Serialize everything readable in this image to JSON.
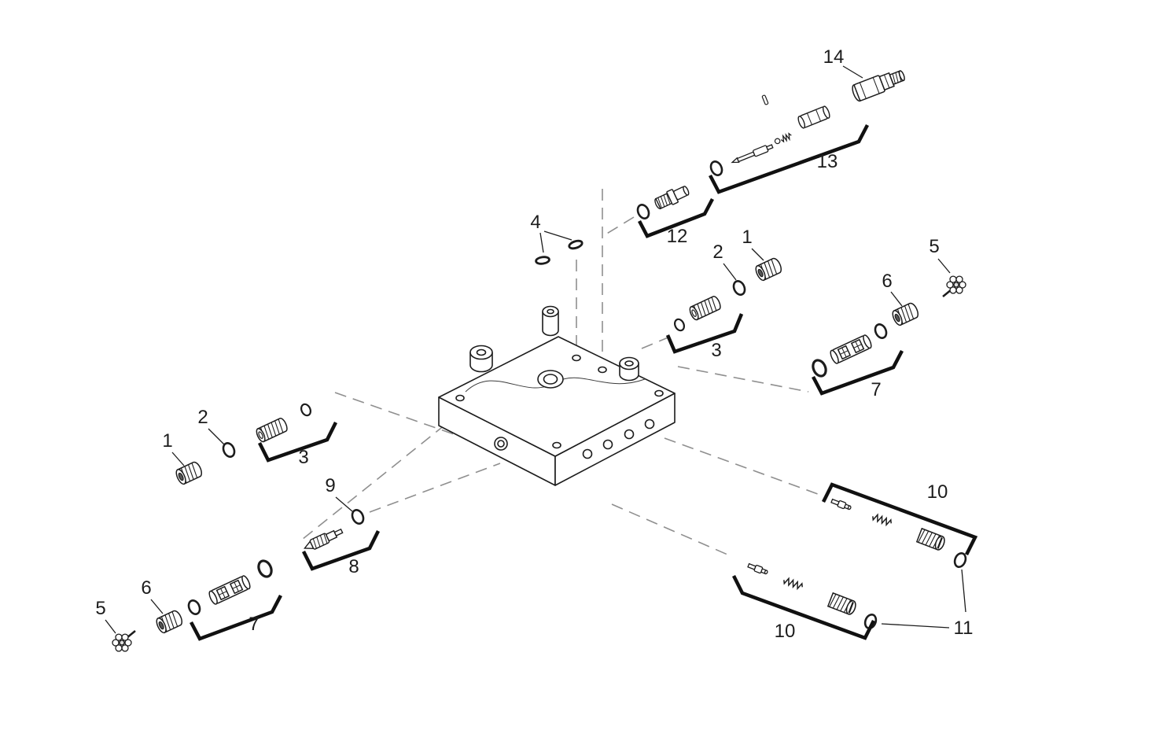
{
  "page": {
    "background": "#ffffff",
    "line_color": "#1c1c1c",
    "dash_color": "#8f8f8f"
  },
  "diagram": {
    "type": "exploded-parts-diagram",
    "callouts": {
      "c1_left": "1",
      "c2_left": "2",
      "c3_left": "3",
      "c4": "4",
      "c5_left": "5",
      "c6_left": "6",
      "c7_left": "7",
      "c8": "8",
      "c9": "9",
      "c1_right": "1",
      "c2_right": "2",
      "c3_right": "3",
      "c5_right": "5",
      "c6_right": "6",
      "c7_right": "7",
      "c10_top": "10",
      "c10_bottom": "10",
      "c11": "11",
      "c12": "12",
      "c13": "13",
      "c14": "14"
    },
    "part_shapes": {
      "1": "socket-head-plug",
      "2": "o-ring",
      "3": "threaded-spring-plug",
      "4": "sealing-rings",
      "5": "star-wheel",
      "6": "socket-head-plug",
      "7": "valve-spool-set",
      "8": "needle-valve",
      "9": "o-ring",
      "10": "pin-spring-screw-plug-set",
      "11": "o-rings",
      "12": "threaded-fitting",
      "13": "piston-spring-sleeve-set",
      "14": "valve-fitting"
    }
  }
}
